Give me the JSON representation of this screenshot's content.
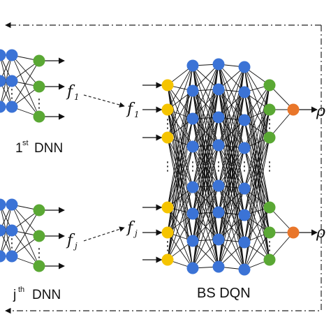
{
  "labels": {
    "dnn_first_prefix": "1",
    "dnn_first_sup": "st",
    "dnn_first_suffix": "DNN",
    "dnn_j_prefix": "j",
    "dnn_j_sup": "th",
    "dnn_j_suffix": "DNN",
    "bs_dqn": "BS DQN",
    "f": "f",
    "sub_1": "1",
    "sub_j": "j",
    "rho": "ρ",
    "ellipsis": "⋮"
  },
  "colors": {
    "yellow_node": "#f5c400",
    "blue_node": "#3b73d6",
    "green_node": "#5aa834",
    "orange_node": "#e9762a",
    "line": "#111111"
  }
}
